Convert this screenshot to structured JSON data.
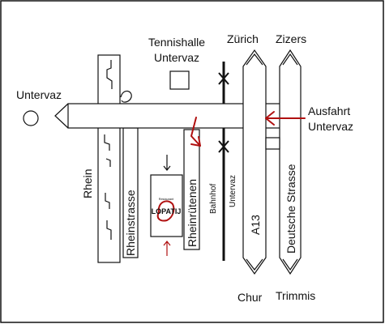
{
  "labels": {
    "tennishalle_line1": "Tennishalle",
    "tennishalle_line2": "Untervaz",
    "zurich": "Zürich",
    "zizers": "Zizers",
    "untervaz_west": "Untervaz",
    "ausfahrt_line1": "Ausfahrt",
    "ausfahrt_line2": "Untervaz",
    "rhein": "Rhein",
    "rheinstrasse": "Rheinstrasse",
    "rheinruetenen": "Rheinrütenen",
    "bahnhof_line1": "Bahnhof",
    "bahnhof_line2": "Untervaz",
    "a13": "A13",
    "deutsche_strasse": "Deutsche Strasse",
    "chur": "Chur",
    "trimmis": "Trimmis",
    "logo_text": "LOPATIJ"
  },
  "colors": {
    "marker": "#b01010",
    "ink": "#111111"
  }
}
